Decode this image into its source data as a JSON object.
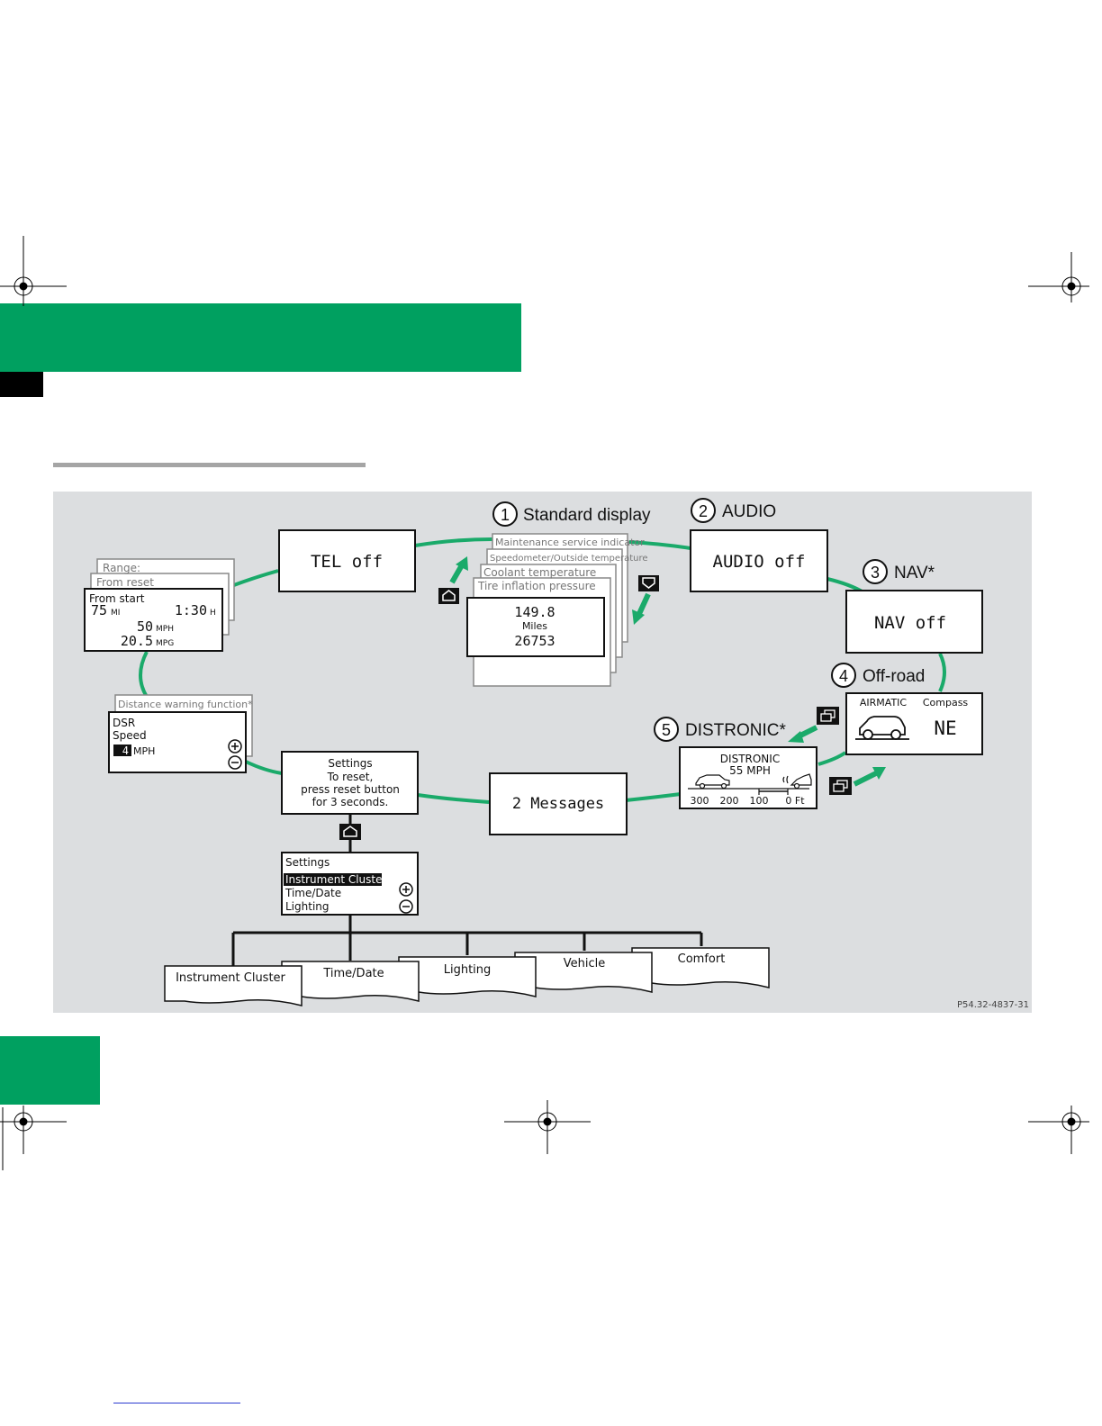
{
  "labels": {
    "standard": {
      "num": "1",
      "text": "Standard display"
    },
    "audio": {
      "num": "2",
      "text": "AUDIO"
    },
    "nav": {
      "num": "3",
      "text": "NAV*"
    },
    "offroad": {
      "num": "4",
      "text": "Off-road"
    },
    "distronic": {
      "num": "5",
      "text": "DISTRONIC*"
    }
  },
  "screens": {
    "tel": "TEL off",
    "audio": "AUDIO off",
    "nav": "NAV off",
    "messages": "2 Messages",
    "standard_stack": [
      "Maintenance service indicator",
      "Speedometer/Outside temperature",
      "Coolant temperature",
      "Tire inflation pressure"
    ],
    "standard_front": {
      "line1": "149.8",
      "line2": "Miles",
      "line3": "26753"
    },
    "trip_stack": [
      "Range:",
      "From reset"
    ],
    "trip_front": {
      "title": "From start",
      "dist_value": "75",
      "dist_unit": "MI",
      "time_value": "1:30",
      "time_unit": "H",
      "speed_value": "50",
      "speed_unit": "MPH",
      "mpg_value": "20.5",
      "mpg_unit": "MPG"
    },
    "dsr_stack": "Distance warning function*",
    "dsr_front": {
      "line1": "DSR",
      "line2": "Speed",
      "value": "4",
      "unit": "MPH"
    },
    "settings_reset": [
      "Settings",
      "To reset,",
      "press reset button",
      "for 3 seconds."
    ],
    "settings_menu": {
      "title": "Settings",
      "items": [
        "Instrument Cluster",
        "Time/Date",
        "Lighting"
      ]
    },
    "offroad": {
      "left": "AIRMATIC",
      "right": "Compass",
      "value": "NE"
    },
    "distronic_screen": {
      "title": "DISTRONIC",
      "speed": "55 MPH",
      "scale": [
        "300",
        "200",
        "100",
        "0 Ft"
      ]
    }
  },
  "submenus": [
    "Instrument Cluster",
    "Time/Date",
    "Lighting",
    "Vehicle",
    "Comfort"
  ],
  "code": "P54.32-4837-31",
  "colors": {
    "green": "#00a060",
    "panel": "#dcdee0",
    "ring": "#1aaa6a"
  }
}
